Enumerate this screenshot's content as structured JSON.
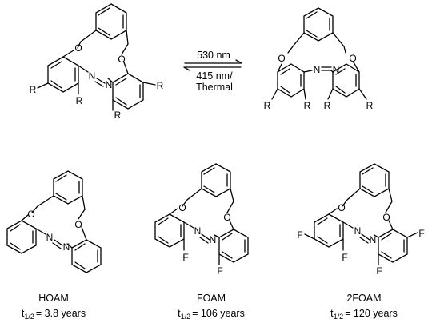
{
  "arrow": {
    "forward_label": "530 nm",
    "reverse_label_line1": "415 nm/",
    "reverse_label_line2": "Thermal"
  },
  "atoms": {
    "oxygen": "O",
    "nitrogen": "N",
    "R": "R",
    "fluorine": "F"
  },
  "compounds": [
    {
      "name": "HOAM",
      "halflife_symbol": "t",
      "halflife_subscript": "1/2",
      "halflife_value": "= 3.8 years"
    },
    {
      "name": "FOAM",
      "halflife_symbol": "t",
      "halflife_subscript": "1/2",
      "halflife_value": "= 106 years"
    },
    {
      "name": "2FOAM",
      "halflife_symbol": "t",
      "halflife_subscript": "1/2",
      "halflife_value": "= 120 years"
    }
  ]
}
